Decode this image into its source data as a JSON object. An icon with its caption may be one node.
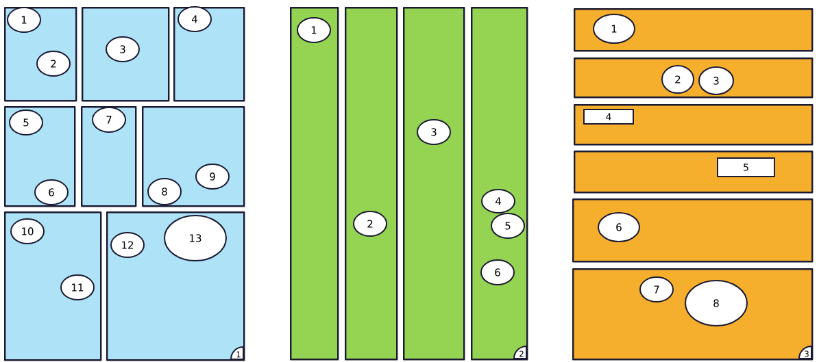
{
  "diagram": {
    "nodes": [
      {
        "text": [],
        "shape": "box"
      },
      {
        "text": [
          "1"
        ],
        "in": 0
      },
      {
        "text": [
          "2"
        ],
        "in": 0
      },
      {
        "text": [],
        "shape": "box"
      },
      {
        "text": [
          "3"
        ],
        "in": 3
      },
      {
        "text": [],
        "shape": "box"
      },
      {
        "text": [
          "4"
        ],
        "in": 5
      },
      {
        "text": [],
        "shape": "box"
      },
      {
        "text": [
          "5"
        ],
        "in": 7
      },
      {
        "text": [
          "6"
        ],
        "in": 7
      },
      {
        "text": [],
        "shape": "box"
      },
      {
        "text": [
          "7"
        ],
        "in": 10
      },
      {
        "text": [],
        "shape": "box"
      },
      {
        "text": [
          "8"
        ],
        "in": 12
      },
      {
        "text": [
          "9"
        ],
        "in": 12
      },
      {
        "text": [],
        "shape": "box"
      },
      {
        "text": [
          "10"
        ],
        "in": 15
      },
      {
        "text": [
          "11"
        ],
        "in": 15
      },
      {
        "text": [],
        "shape": "box"
      },
      {
        "text": [
          "12"
        ],
        "in": 18
      },
      {
        "text": [
          "13"
        ],
        "in": 18
      },
      {
        "text": [
          "1"
        ],
        "in": 18
      },
      {
        "text": [],
        "shape": "box"
      },
      {
        "text": [
          "1"
        ],
        "in": 22
      },
      {
        "text": [],
        "shape": "box"
      },
      {
        "text": [
          "2"
        ],
        "in": 24
      },
      {
        "text": [],
        "shape": "box"
      },
      {
        "text": [
          "3"
        ],
        "in": 26
      },
      {
        "text": [],
        "shape": "box"
      },
      {
        "text": [
          "4"
        ],
        "in": 28
      },
      {
        "text": [
          "5"
        ],
        "in": 28
      },
      {
        "text": [
          "6"
        ],
        "in": 28
      },
      {
        "text": [
          "2"
        ],
        "in": 28
      },
      {
        "text": [],
        "shape": "box"
      },
      {
        "text": [
          "1"
        ],
        "in": 33
      },
      {
        "text": [],
        "shape": "box"
      },
      {
        "text": [
          "2"
        ],
        "in": 35
      },
      {
        "text": [
          "3"
        ],
        "in": 35
      },
      {
        "text": [],
        "shape": "box"
      },
      {
        "text": [
          "4"
        ],
        "in": 38
      },
      {
        "text": [],
        "shape": "box"
      },
      {
        "text": [
          "5"
        ],
        "in": 40
      },
      {
        "text": [],
        "shape": "box"
      },
      {
        "text": [
          "6"
        ],
        "in": 42
      },
      {
        "text": [],
        "shape": "box"
      },
      {
        "text": [
          "7"
        ],
        "in": 44
      },
      {
        "text": [
          "8"
        ],
        "in": 44
      },
      {
        "text": [
          "3"
        ],
        "in": 44
      }
    ]
  }
}
